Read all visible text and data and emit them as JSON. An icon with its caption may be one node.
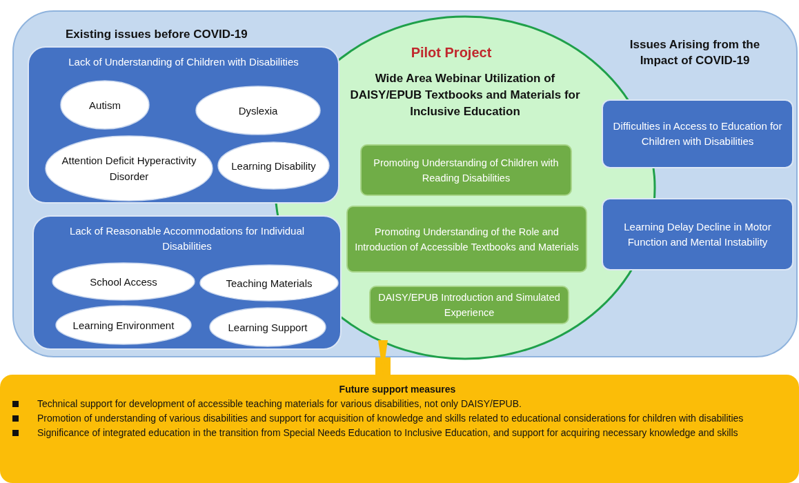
{
  "diagram": {
    "nodes": [
      {
        "text": [
          "Existing issues before COVID-19",
          "Issues Arising from the Impact of COVID-19"
        ]
      },
      {
        "text": [
          "Lack of Understanding of Children with Disabilities"
        ],
        "in": 0
      },
      {
        "text": [
          "Autism"
        ],
        "in": 1
      },
      {
        "text": [
          "Dyslexia"
        ],
        "in": 1
      },
      {
        "text": [
          "Attention Deficit Hyperactivity Disorder"
        ],
        "in": 1
      },
      {
        "text": [
          "Learning Disability"
        ],
        "in": 1
      },
      {
        "text": [
          "Lack of Reasonable Accommodations for Individual Disabilities"
        ],
        "in": 0
      },
      {
        "text": [
          "School Access"
        ],
        "in": 6
      },
      {
        "text": [
          "Teaching Materials"
        ],
        "in": 6
      },
      {
        "text": [
          "Learning Environment"
        ],
        "in": 6
      },
      {
        "text": [
          "Learning Support"
        ],
        "in": 6
      },
      {
        "text": [
          "Pilot Project",
          "Wide Area Webinar Utilization of DAISY/EPUB Textbooks and Materials for Inclusive Education"
        ],
        "in": 0
      },
      {
        "text": [
          "Promoting Understanding of Children with Reading Disabilities"
        ],
        "in": 11
      },
      {
        "text": [
          "Promoting Understanding of the Role and Introduction of Accessible Textbooks and Materials"
        ],
        "in": 11
      },
      {
        "text": [
          "DAISY/EPUB Introduction and Simulated Experience"
        ],
        "in": 11
      },
      {
        "text": [
          "Difficulties in Access to Education for Children with Disabilities"
        ],
        "in": 0
      },
      {
        "text": [
          "Learning Delay Decline in Motor Function and Mental Instability"
        ],
        "in": 0
      },
      {
        "text": [
          "Future support measures",
          "Technical support for development of accessible teaching materials for various disabilities, not only DAISY/EPUB.",
          "Promotion of understanding of various disabilities and support for acquisition of knowledge and skills related to educational considerations for children with disabilities",
          "Significance of integrated education in the transition from Special Needs Education to Inclusive Education, and support for acquiring necessary knowledge and skills"
        ]
      }
    ],
    "edges": [
      {
        "from": 0,
        "to": 17,
        "arrow": "to"
      }
    ]
  }
}
